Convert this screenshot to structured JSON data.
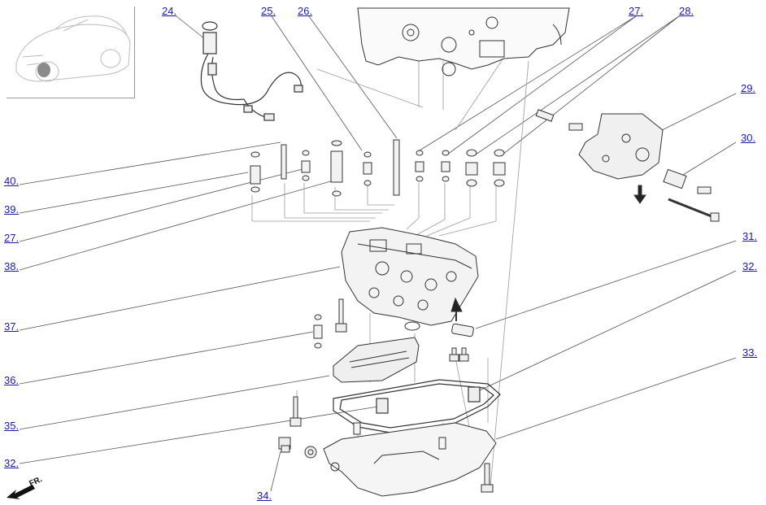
{
  "callouts": [
    {
      "id": "24",
      "label": "24."
    },
    {
      "id": "25",
      "label": "25."
    },
    {
      "id": "26",
      "label": "26."
    },
    {
      "id": "27a",
      "label": "27."
    },
    {
      "id": "28",
      "label": "28."
    },
    {
      "id": "29",
      "label": "29."
    },
    {
      "id": "30",
      "label": "30."
    },
    {
      "id": "40",
      "label": "40."
    },
    {
      "id": "39",
      "label": "39."
    },
    {
      "id": "27b",
      "label": "27."
    },
    {
      "id": "38",
      "label": "38."
    },
    {
      "id": "31",
      "label": "31."
    },
    {
      "id": "32a",
      "label": "32."
    },
    {
      "id": "37",
      "label": "37."
    },
    {
      "id": "33",
      "label": "33."
    },
    {
      "id": "36",
      "label": "36."
    },
    {
      "id": "35",
      "label": "35."
    },
    {
      "id": "32b",
      "label": "32."
    },
    {
      "id": "34",
      "label": "34."
    }
  ],
  "direction": {
    "label": "FR."
  },
  "colors": {
    "link": "#1a1aa6",
    "line": "#333333",
    "guide": "#9a9a9a",
    "part_fill": "#ececec",
    "highlight": "#7a7a7a"
  }
}
